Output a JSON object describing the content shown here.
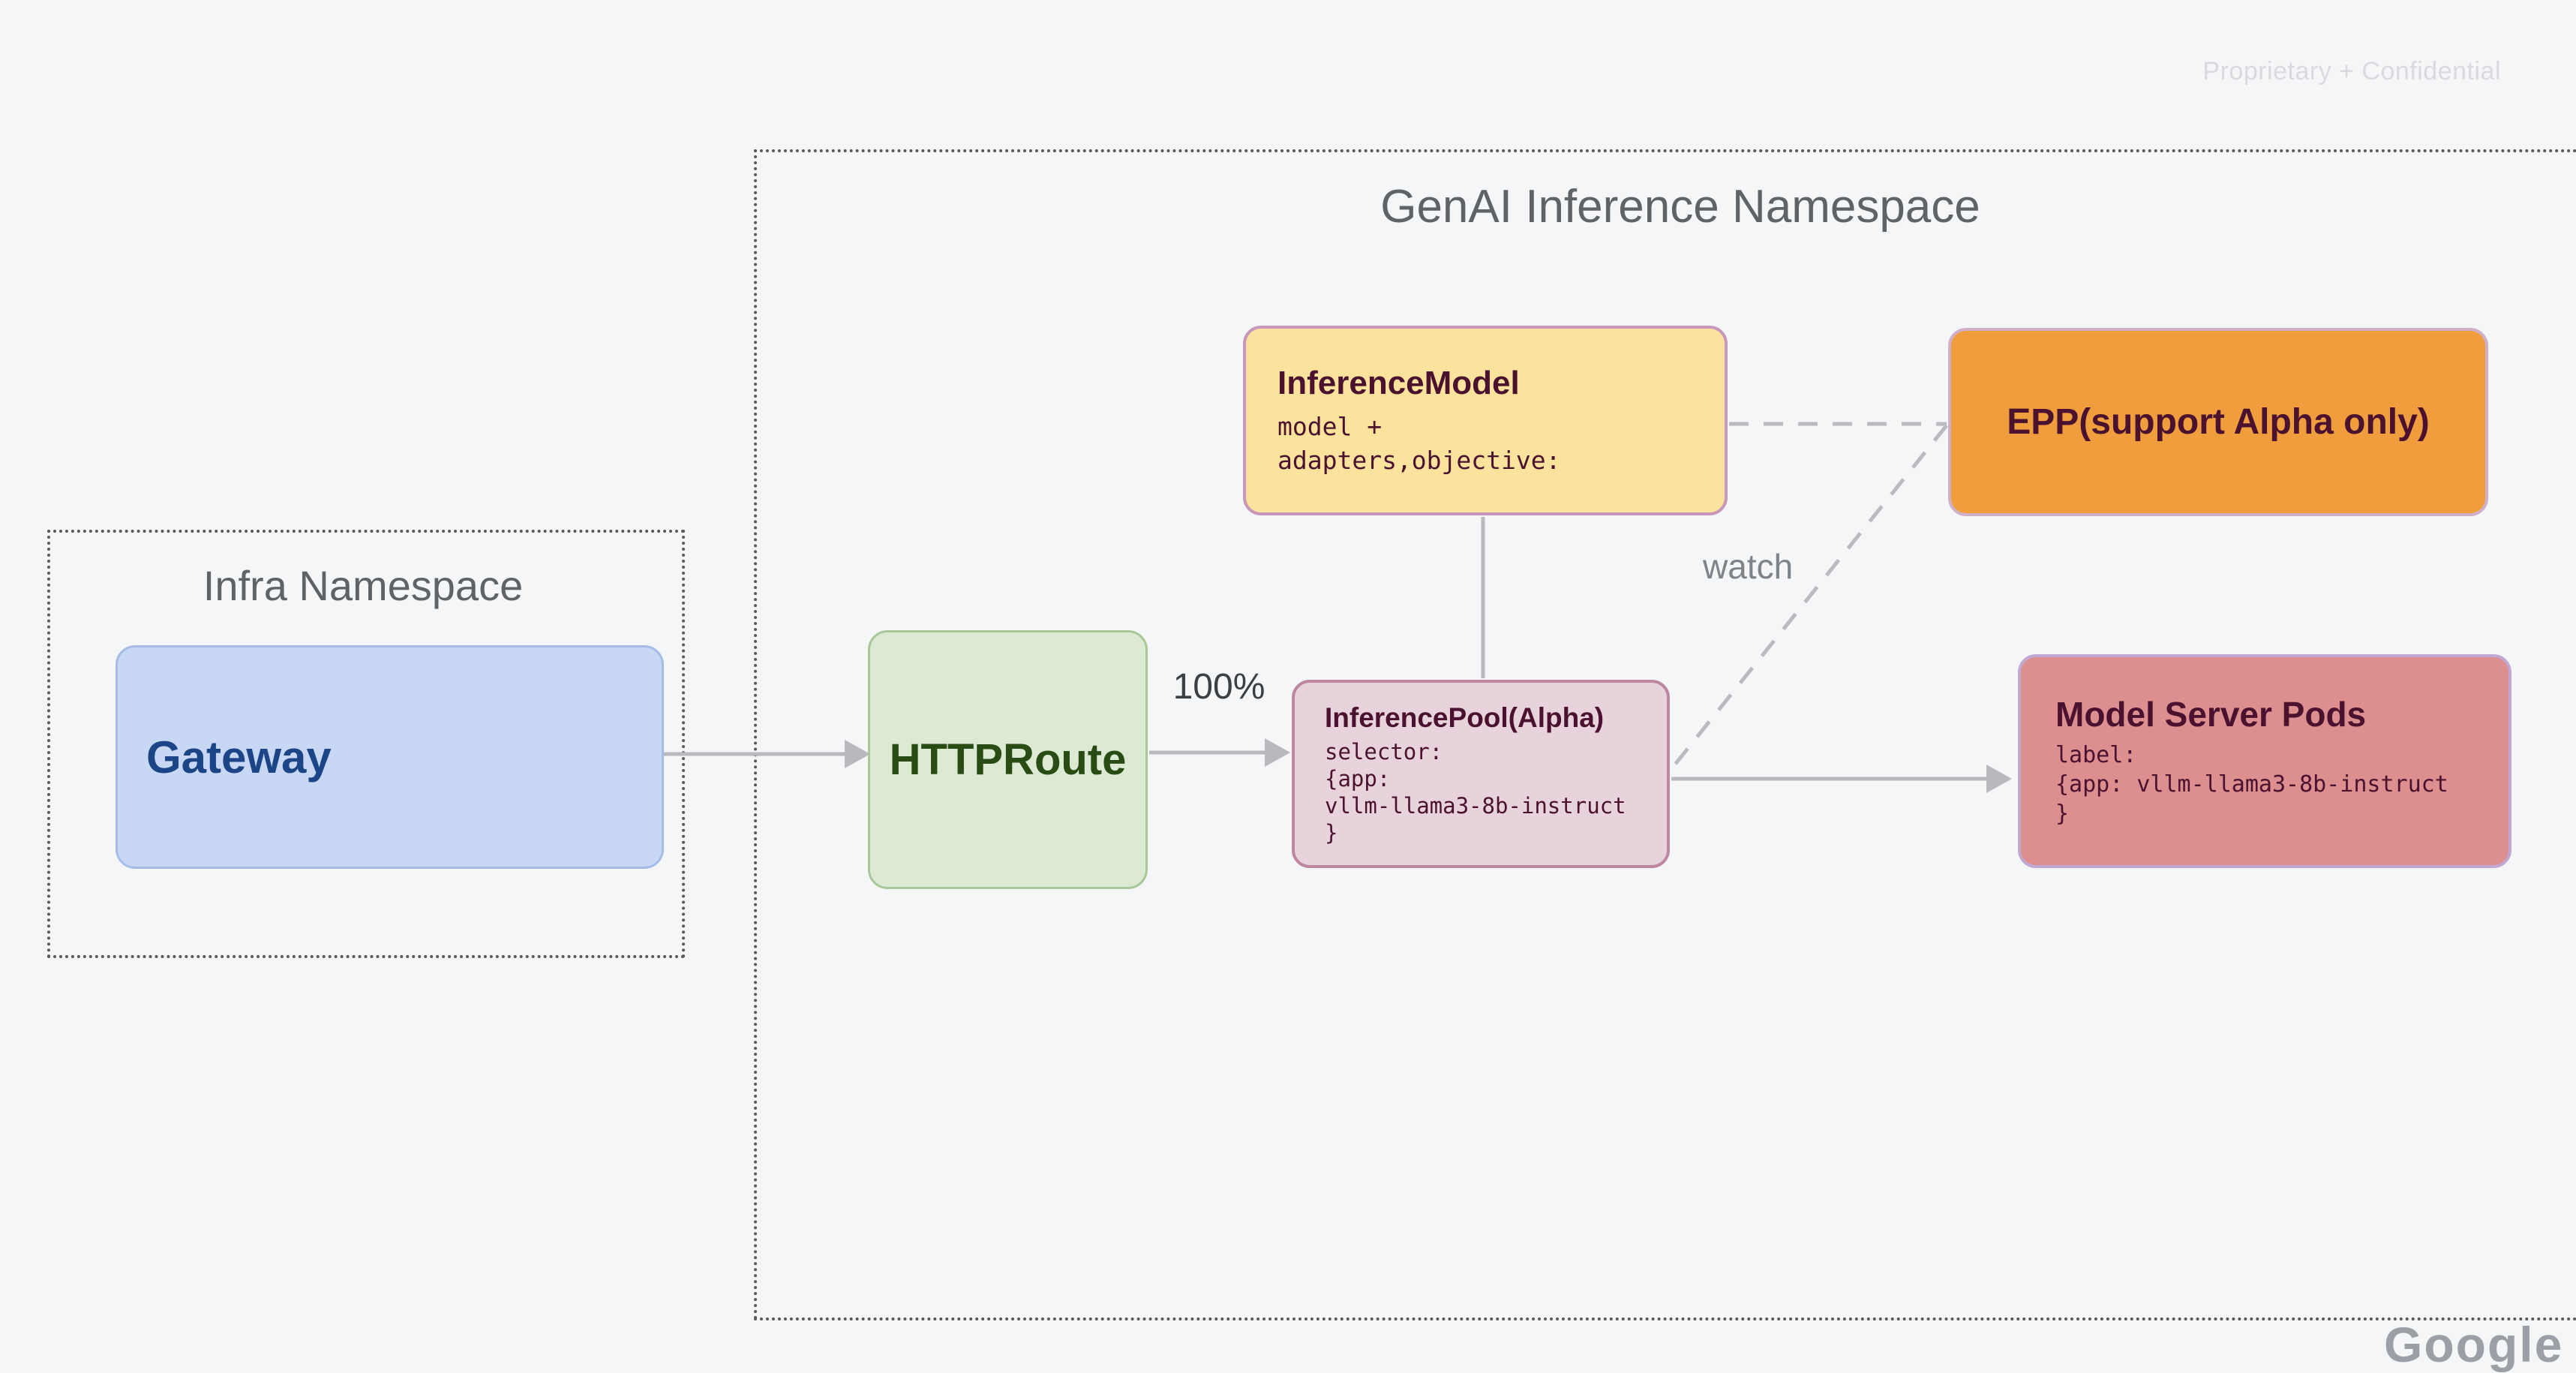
{
  "watermark": "Proprietary + Confidential",
  "brand": "Google",
  "namespaces": {
    "genai": {
      "title": "GenAI Inference Namespace"
    },
    "infra": {
      "title": "Infra Namespace"
    }
  },
  "nodes": {
    "gateway": {
      "title": "Gateway"
    },
    "httproute": {
      "title": "HTTPRoute"
    },
    "inference_model": {
      "title": "InferenceModel",
      "body": "model +\nadapters,objective:"
    },
    "epp": {
      "title": "EPP(support Alpha only)"
    },
    "inference_pool": {
      "title": "InferencePool(Alpha)",
      "body": "selector:\n{app:\nvllm-llama3-8b-instruct\n}"
    },
    "model_server_pods": {
      "title": "Model Server Pods",
      "body": "label:\n{app: vllm-llama3-8b-instruct\n}"
    }
  },
  "edges": {
    "route_weight": "100%",
    "watch": "watch"
  },
  "colors": {
    "background": "#f5f6f8",
    "gateway_fill": "#c7d7f4",
    "gateway_text": "#1c4587",
    "httproute_fill": "#dcead3",
    "httproute_text": "#294c15",
    "inference_model_fill": "#fbe29d",
    "epp_fill": "#f09d3e",
    "inference_pool_fill": "#e8d3dd",
    "model_server_pods_fill": "#dc8f8e",
    "node_text_dark": "#4a122f",
    "connector_gray": "#b7b9bd",
    "namespace_title_gray": "#5f6368",
    "watermark_gray": "#d9dadd"
  }
}
